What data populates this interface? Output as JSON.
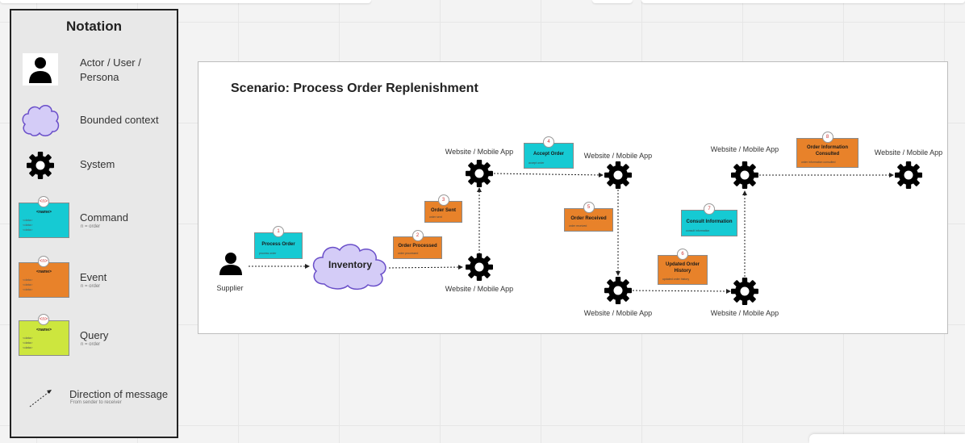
{
  "notation": {
    "title": "Notation",
    "actor": "Actor / User /\nPersona",
    "bounded_context": "Bounded context",
    "system": "System",
    "command": {
      "label": "Command",
      "sub": "n = order",
      "card_title": "<name>",
      "card_fields": "<data>\n<data>\n<data>",
      "badge": "<n>"
    },
    "event": {
      "label": "Event",
      "sub": "n = order",
      "card_title": "<name>",
      "card_fields": "<data>\n<data>\n<data>",
      "badge": "<n>"
    },
    "query": {
      "label": "Query",
      "sub": "n = order",
      "card_title": "<name>",
      "card_fields": "<data>\n<data>\n<data>",
      "badge": "<n>"
    },
    "direction": {
      "label": "Direction of message",
      "sub": "From sender to receiver"
    }
  },
  "scenario": {
    "title": "Scenario: Process Order Replenishment",
    "supplier": "Supplier",
    "inventory": "Inventory",
    "systems": [
      "Website / Mobile App",
      "Website / Mobile App",
      "Website / Mobile App",
      "Website / Mobile App",
      "Website / Mobile App",
      "Website / Mobile App",
      "Website / Mobile App"
    ],
    "cards": [
      {
        "n": "1",
        "title": "Process Order",
        "sub": "process order",
        "kind": "command"
      },
      {
        "n": "2",
        "title": "Order Processed",
        "sub": "order processed",
        "kind": "event"
      },
      {
        "n": "3",
        "title": "Order Sent",
        "sub": "order sent",
        "kind": "event"
      },
      {
        "n": "4",
        "title": "Accept Order",
        "sub": "accept order",
        "kind": "command"
      },
      {
        "n": "5",
        "title": "Order Received",
        "sub": "order received",
        "kind": "event"
      },
      {
        "n": "6",
        "title": "Updated Order\nHistory",
        "sub": "updated order history",
        "kind": "event"
      },
      {
        "n": "7",
        "title": "Consult Information",
        "sub": "consult information",
        "kind": "command"
      },
      {
        "n": "8",
        "title": "Order Information\nConsulted",
        "sub": "order information consulted",
        "kind": "event"
      }
    ]
  },
  "colors": {
    "command": "#16cad3",
    "event": "#e8822a",
    "query": "#cde63e",
    "bounded_context": "#d4ccf7"
  }
}
